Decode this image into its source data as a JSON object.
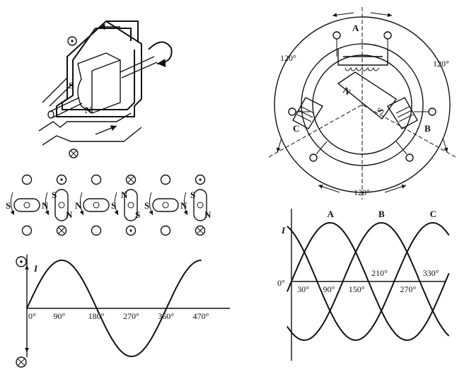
{
  "generator": {
    "north_label": "N",
    "south_label": "S"
  },
  "rotor_strip": {
    "items": [
      {
        "left": "S",
        "right": "N",
        "orient": "h",
        "top_sym": "dot-off",
        "bottom_sym": "dot-off"
      },
      {
        "left": "S",
        "right": "N",
        "orient": "v",
        "top_sym": "dot",
        "bottom_sym": "cross"
      },
      {
        "left": "N",
        "right": "S",
        "orient": "h",
        "top_sym": "dot-off",
        "bottom_sym": "dot-off"
      },
      {
        "left": "N",
        "right": "S",
        "orient": "v",
        "top_sym": "cross",
        "bottom_sym": "dot"
      },
      {
        "left": "S",
        "right": "N",
        "orient": "h",
        "top_sym": "dot-off",
        "bottom_sym": "dot-off"
      },
      {
        "left": "S",
        "right": "N",
        "orient": "v",
        "top_sym": "dot",
        "bottom_sym": "cross"
      }
    ]
  },
  "single_phase": {
    "ylabel": "I",
    "x_ticks": [
      "0°",
      "90°",
      "180°",
      "270°",
      "360°",
      "470°"
    ]
  },
  "stator": {
    "phase_labels": [
      "A",
      "B",
      "C"
    ],
    "angle_labels": [
      "120°",
      "120°",
      "120°"
    ],
    "north_label": "N",
    "south_label": "S"
  },
  "chart_data": {
    "type": "line",
    "title": "",
    "ylabel": "I",
    "xlabel": "",
    "x_ticks_below": [
      "30°",
      "90°",
      "150°",
      "270°"
    ],
    "x_ticks_above": [
      "210°",
      "330°"
    ],
    "origin_label": "0°",
    "series": [
      {
        "name": "A",
        "phase_deg": 0
      },
      {
        "name": "B",
        "phase_deg": 120
      },
      {
        "name": "C",
        "phase_deg": 240
      }
    ],
    "x_range_deg": [
      0,
      360
    ]
  }
}
